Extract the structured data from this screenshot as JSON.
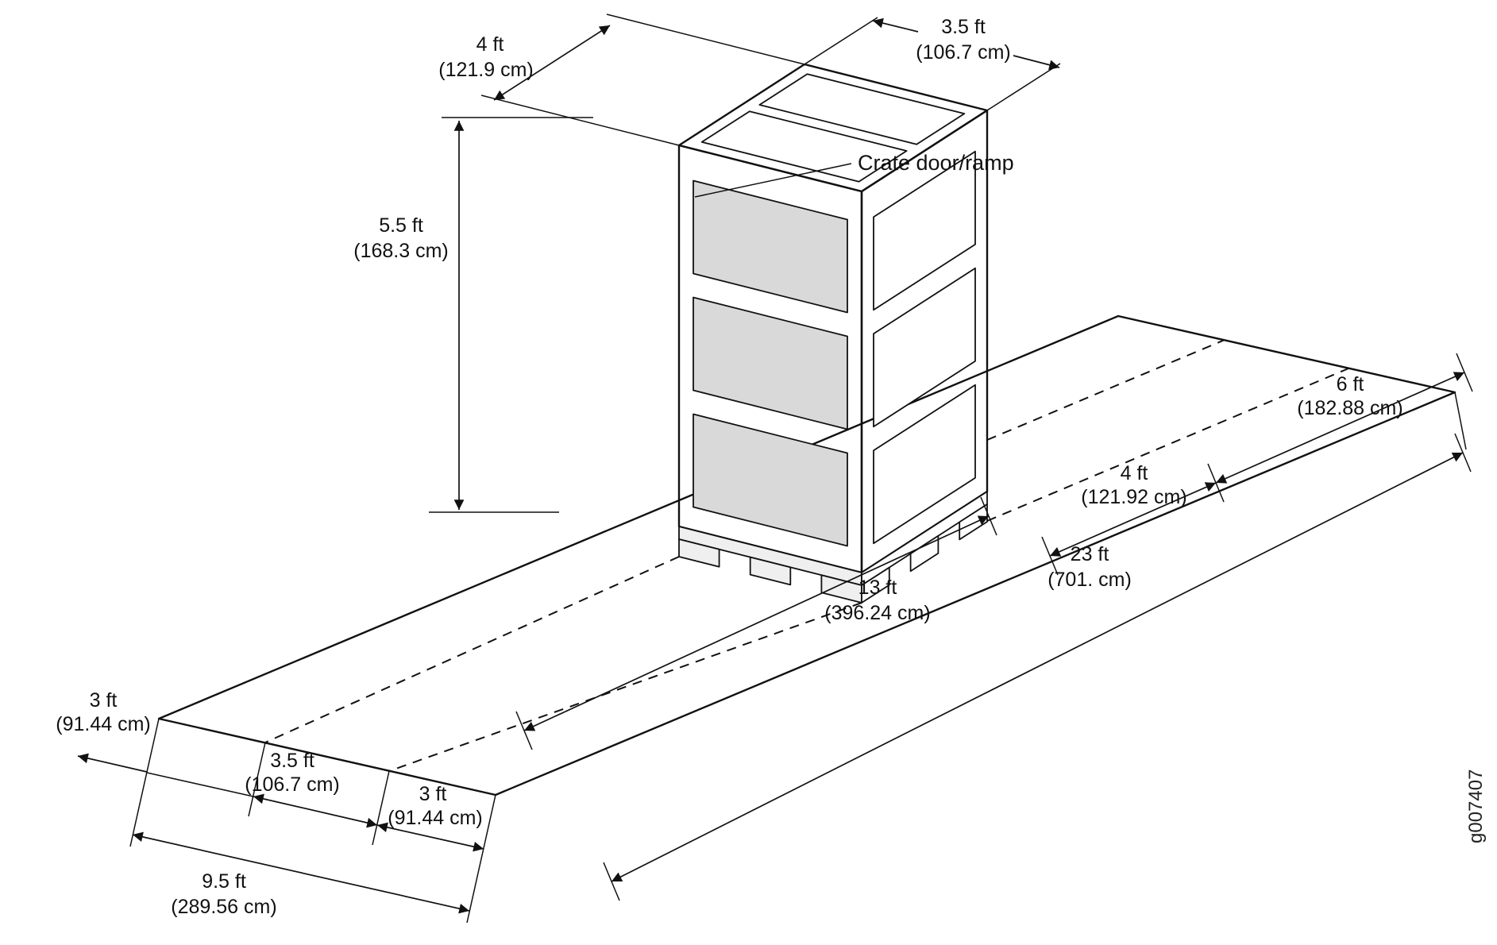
{
  "figure": {
    "id_label": "g007407",
    "door_callout": "Crate door/ramp"
  },
  "style": {
    "line_color": "#111111",
    "door_panel_fill": "#d9d9d9",
    "front_face_fill": "#efefef"
  },
  "labels": {
    "crate_width_ft": "3.5 ft",
    "crate_width_cm": "(106.7 cm)",
    "crate_depth_ft": "4 ft",
    "crate_depth_cm": "(121.9 cm)",
    "crate_height_ft": "5.5 ft",
    "crate_height_cm": "(168.3 cm)",
    "rear_ft": "6 ft",
    "rear_cm": "(182.88 cm)",
    "footprint_ft": "4 ft",
    "footprint_cm": "(121.92 cm)",
    "total_length_ft": "23 ft",
    "total_length_cm": "(701. cm)",
    "front_ft": "13 ft",
    "front_cm": "(396.24 cm)",
    "left_ft": "3 ft",
    "left_cm": "(91.44 cm)",
    "lane_ft": "3.5 ft",
    "lane_cm": "(106.7 cm)",
    "right_ft": "3 ft",
    "right_cm": "(91.44 cm)",
    "total_width_ft": "9.5 ft",
    "total_width_cm": "(289.56 cm)"
  }
}
